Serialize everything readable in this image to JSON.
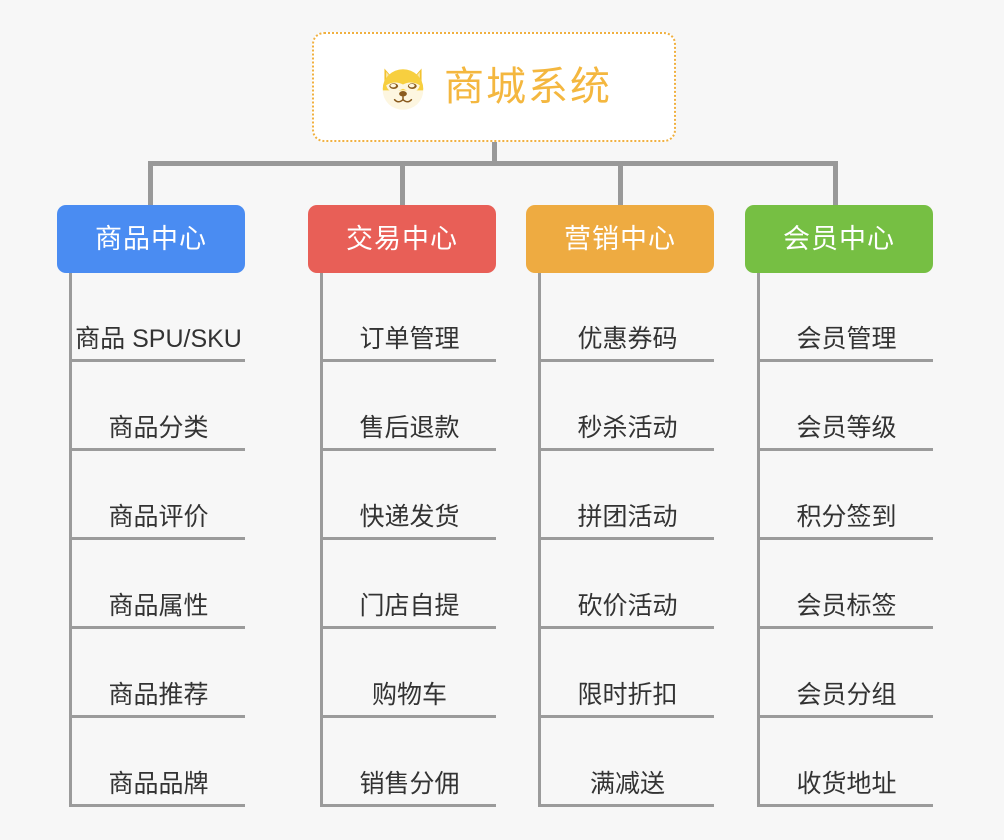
{
  "canvas": {
    "background": "#f7f7f7",
    "connector_color": "#999999"
  },
  "root": {
    "title": "商城系统",
    "icon": "shiba-dog-icon",
    "text_color": "#f4b73f",
    "border_color": "#f0b040",
    "background": "#ffffff"
  },
  "branches": [
    {
      "title": "商品中心",
      "color": "#4a8cf2",
      "items": [
        "商品 SPU/SKU",
        "商品分类",
        "商品评价",
        "商品属性",
        "商品推荐",
        "商品品牌"
      ]
    },
    {
      "title": "交易中心",
      "color": "#e85f57",
      "items": [
        "订单管理",
        "售后退款",
        "快递发货",
        "门店自提",
        "购物车",
        "销售分佣"
      ]
    },
    {
      "title": "营销中心",
      "color": "#eeab41",
      "items": [
        "优惠券码",
        "秒杀活动",
        "拼团活动",
        "砍价活动",
        "限时折扣",
        "满减送"
      ]
    },
    {
      "title": "会员中心",
      "color": "#76bf43",
      "items": [
        "会员管理",
        "会员等级",
        "积分签到",
        "会员标签",
        "会员分组",
        "收货地址"
      ]
    }
  ]
}
